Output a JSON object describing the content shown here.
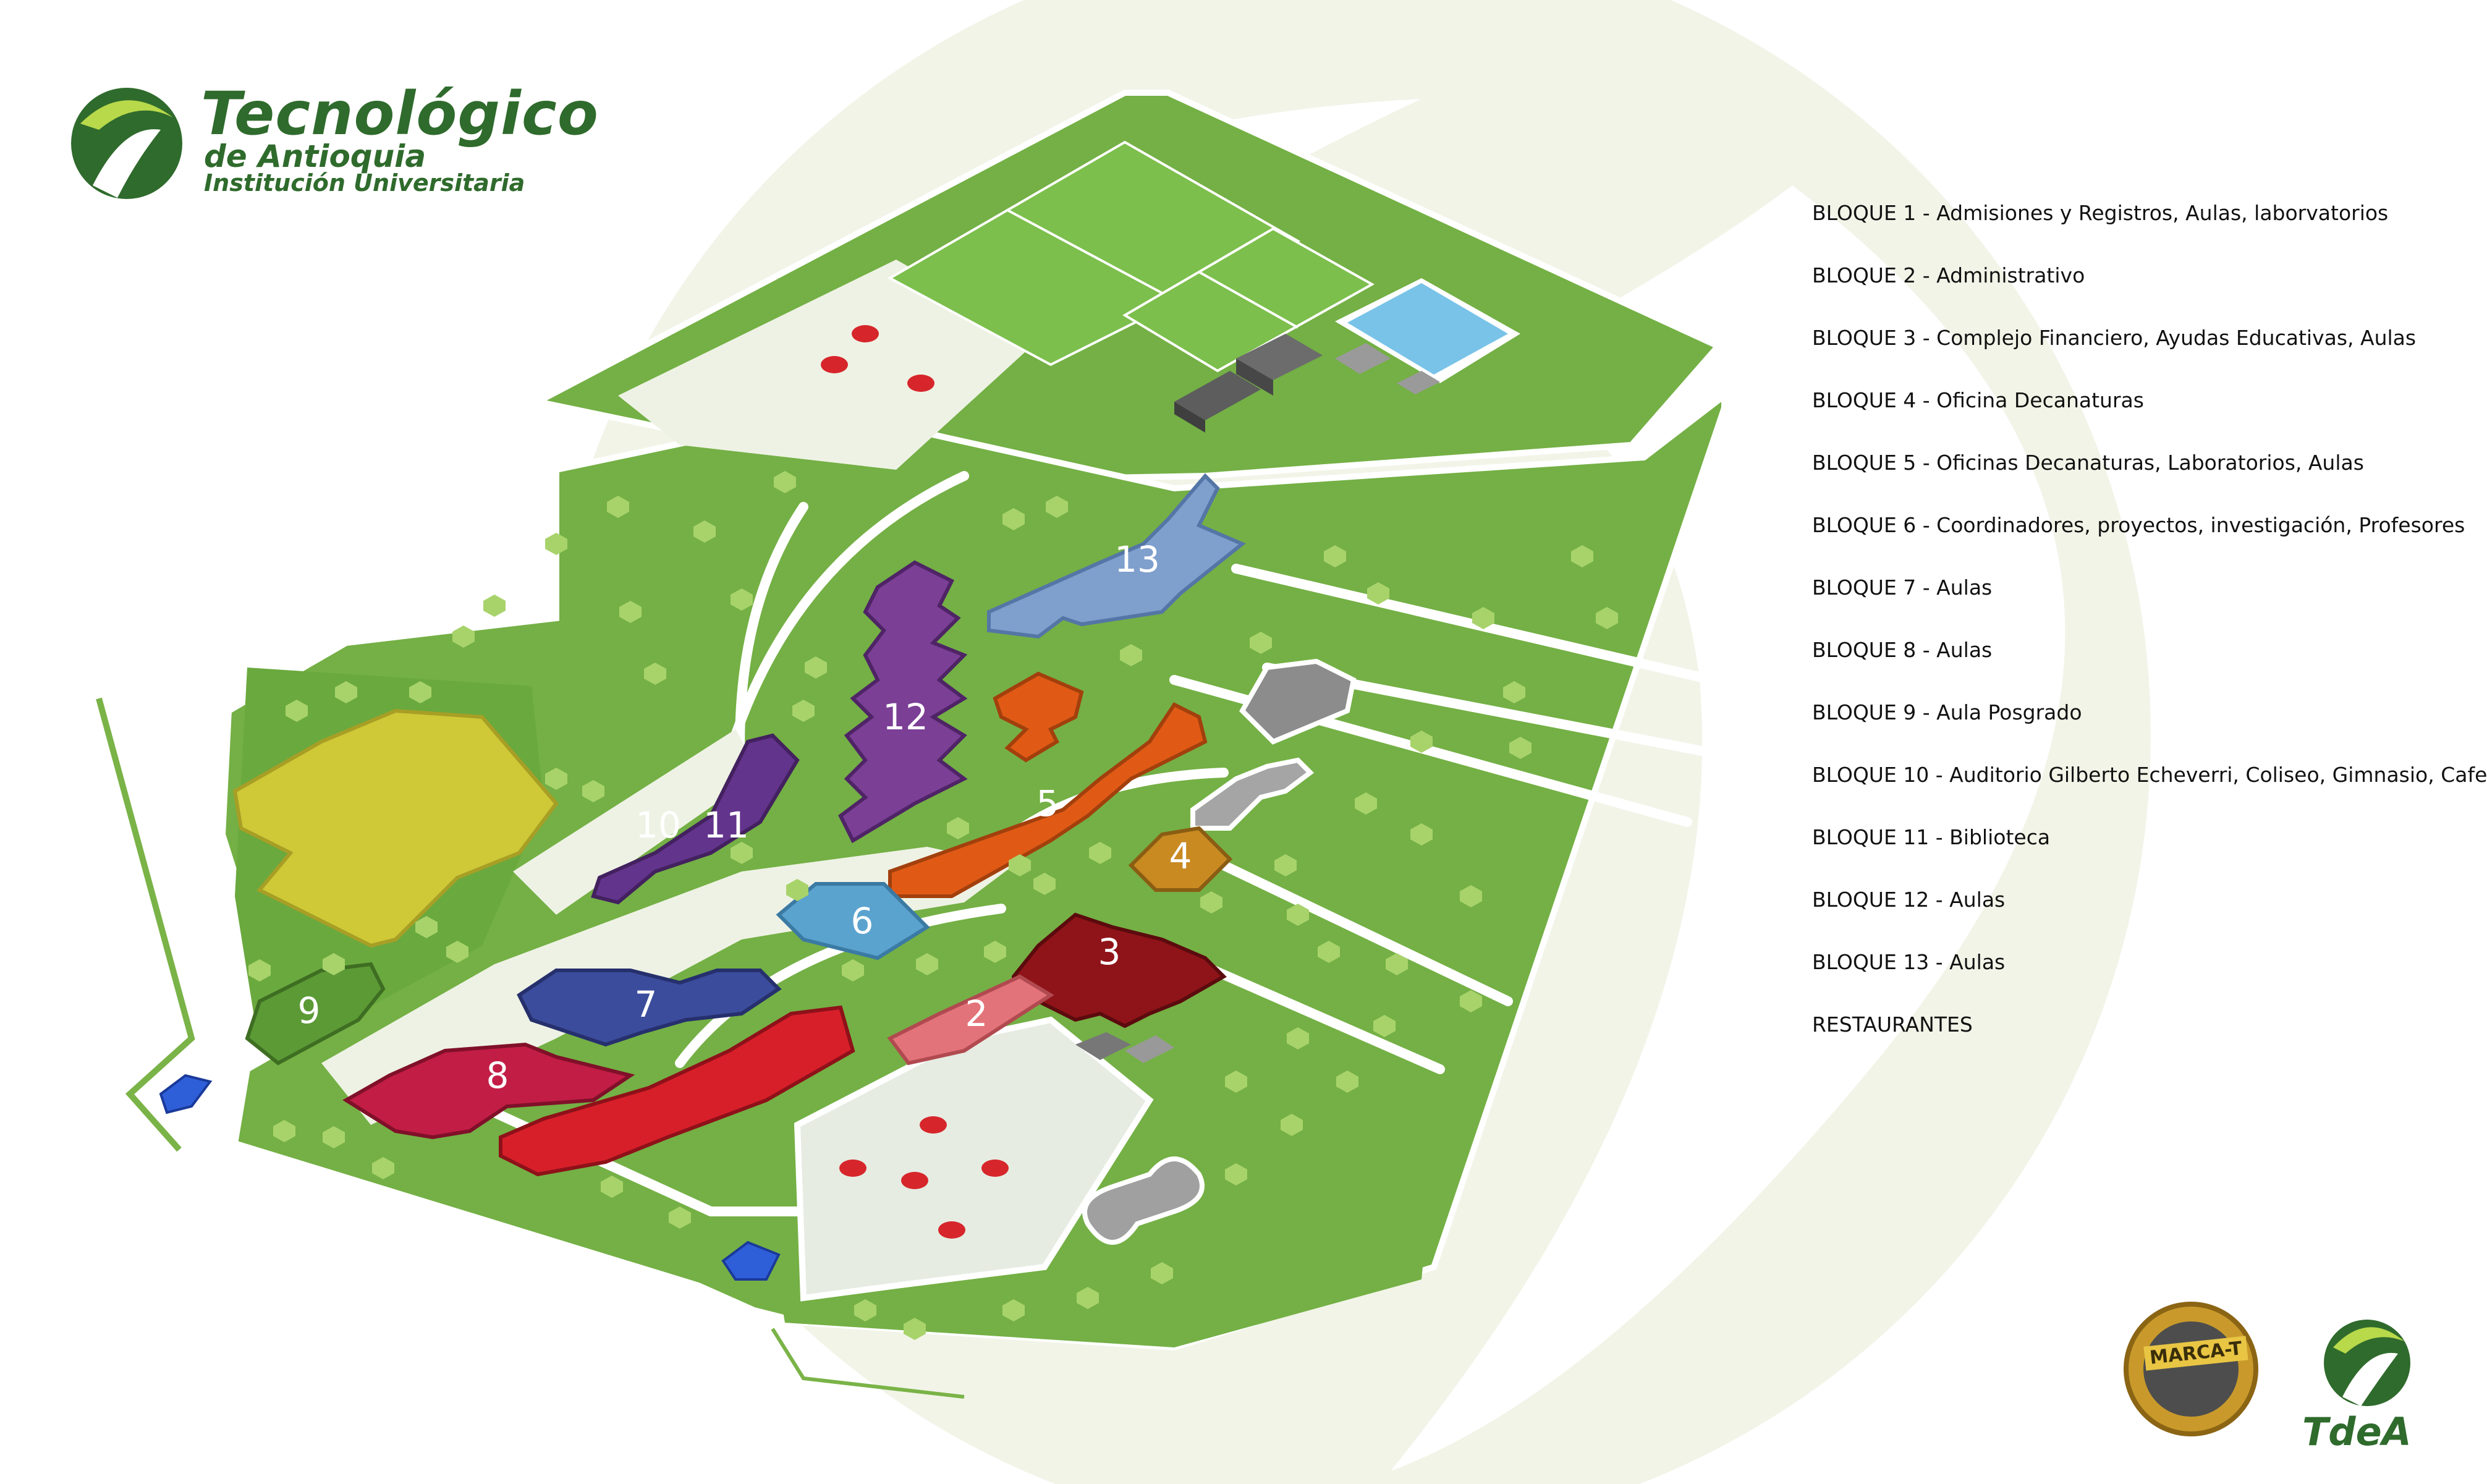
{
  "institution": {
    "name": "Tecnológico",
    "subtitle_1": "de Antioquia",
    "subtitle_2": "Institución Universitaria",
    "short_logo": "TdeA",
    "seal_text": "MARCA-T"
  },
  "legend": [
    {
      "label": "BLOQUE 1 - Admisiones y Registros, Aulas, laborvatorios"
    },
    {
      "label": "BLOQUE 2 - Administrativo"
    },
    {
      "label": "BLOQUE 3 - Complejo Financiero, Ayudas Educativas, Aulas"
    },
    {
      "label": "BLOQUE 4 - Oficina Decanaturas"
    },
    {
      "label": "BLOQUE 5 - Oficinas Decanaturas, Laboratorios, Aulas"
    },
    {
      "label": "BLOQUE 6 - Coordinadores, proyectos, investigación, Profesores"
    },
    {
      "label": "BLOQUE 7 - Aulas"
    },
    {
      "label": "BLOQUE 8 - Aulas"
    },
    {
      "label": "BLOQUE 9 - Aula Posgrado"
    },
    {
      "label": "BLOQUE 10 - Auditorio Gilberto Echeverri, Coliseo, Gimnasio, Cafe"
    },
    {
      "label": "BLOQUE 11 - Biblioteca"
    },
    {
      "label": "BLOQUE 12 - Aulas"
    },
    {
      "label": "BLOQUE 13 - Aulas"
    },
    {
      "label": "RESTAURANTES"
    }
  ],
  "blocks": [
    {
      "number": "2",
      "color": "#e3737a"
    },
    {
      "number": "3",
      "color": "#8f1419"
    },
    {
      "number": "4",
      "color": "#c98a22"
    },
    {
      "number": "5",
      "color": "#e05a16"
    },
    {
      "number": "6",
      "color": "#5ba3cf"
    },
    {
      "number": "7",
      "color": "#3c4c9c"
    },
    {
      "number": "8",
      "color": "#c21d45"
    },
    {
      "number": "9",
      "color": "#5c9a36"
    },
    {
      "number": "10",
      "color": "#cfc837"
    },
    {
      "number": "11",
      "color": "#63348c"
    },
    {
      "number": "12",
      "color": "#7b3f96"
    },
    {
      "number": "13",
      "color": "#7f9fcd"
    }
  ],
  "colors": {
    "grass": "#74b045",
    "grass_dark": "#5f9a37",
    "path": "#ffffff",
    "pavement": "#e6ece2",
    "pool": "#79c3e8",
    "gray_building": "#8c8c8c",
    "red_building": "#d71f2a",
    "restaurant": "#2f5ed9",
    "car": "#d6262b",
    "tree": "#a8d36b",
    "watermark": "#eef2e4"
  }
}
